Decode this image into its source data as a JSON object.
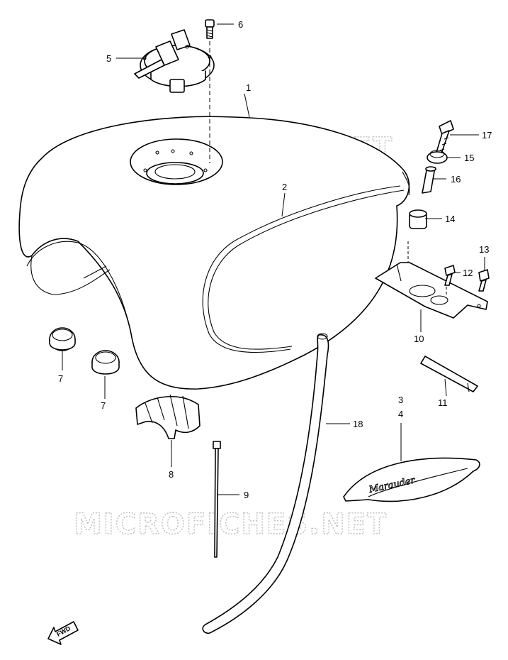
{
  "watermark": {
    "text": "MICROFICHES.NET",
    "color": "#bdbdbd"
  },
  "fwd_label": "FWD",
  "emblem_text": "Marauder",
  "callouts": [
    {
      "id": "1",
      "label": "1"
    },
    {
      "id": "2",
      "label": "2"
    },
    {
      "id": "3",
      "label": "3"
    },
    {
      "id": "4",
      "label": "4"
    },
    {
      "id": "5",
      "label": "5"
    },
    {
      "id": "6",
      "label": "6"
    },
    {
      "id": "7a",
      "label": "7"
    },
    {
      "id": "7b",
      "label": "7"
    },
    {
      "id": "8",
      "label": "8"
    },
    {
      "id": "9",
      "label": "9"
    },
    {
      "id": "10",
      "label": "10"
    },
    {
      "id": "11",
      "label": "11"
    },
    {
      "id": "12",
      "label": "12"
    },
    {
      "id": "13",
      "label": "13"
    },
    {
      "id": "14",
      "label": "14"
    },
    {
      "id": "15",
      "label": "15"
    },
    {
      "id": "16",
      "label": "16"
    },
    {
      "id": "17",
      "label": "17"
    },
    {
      "id": "18",
      "label": "18"
    }
  ]
}
